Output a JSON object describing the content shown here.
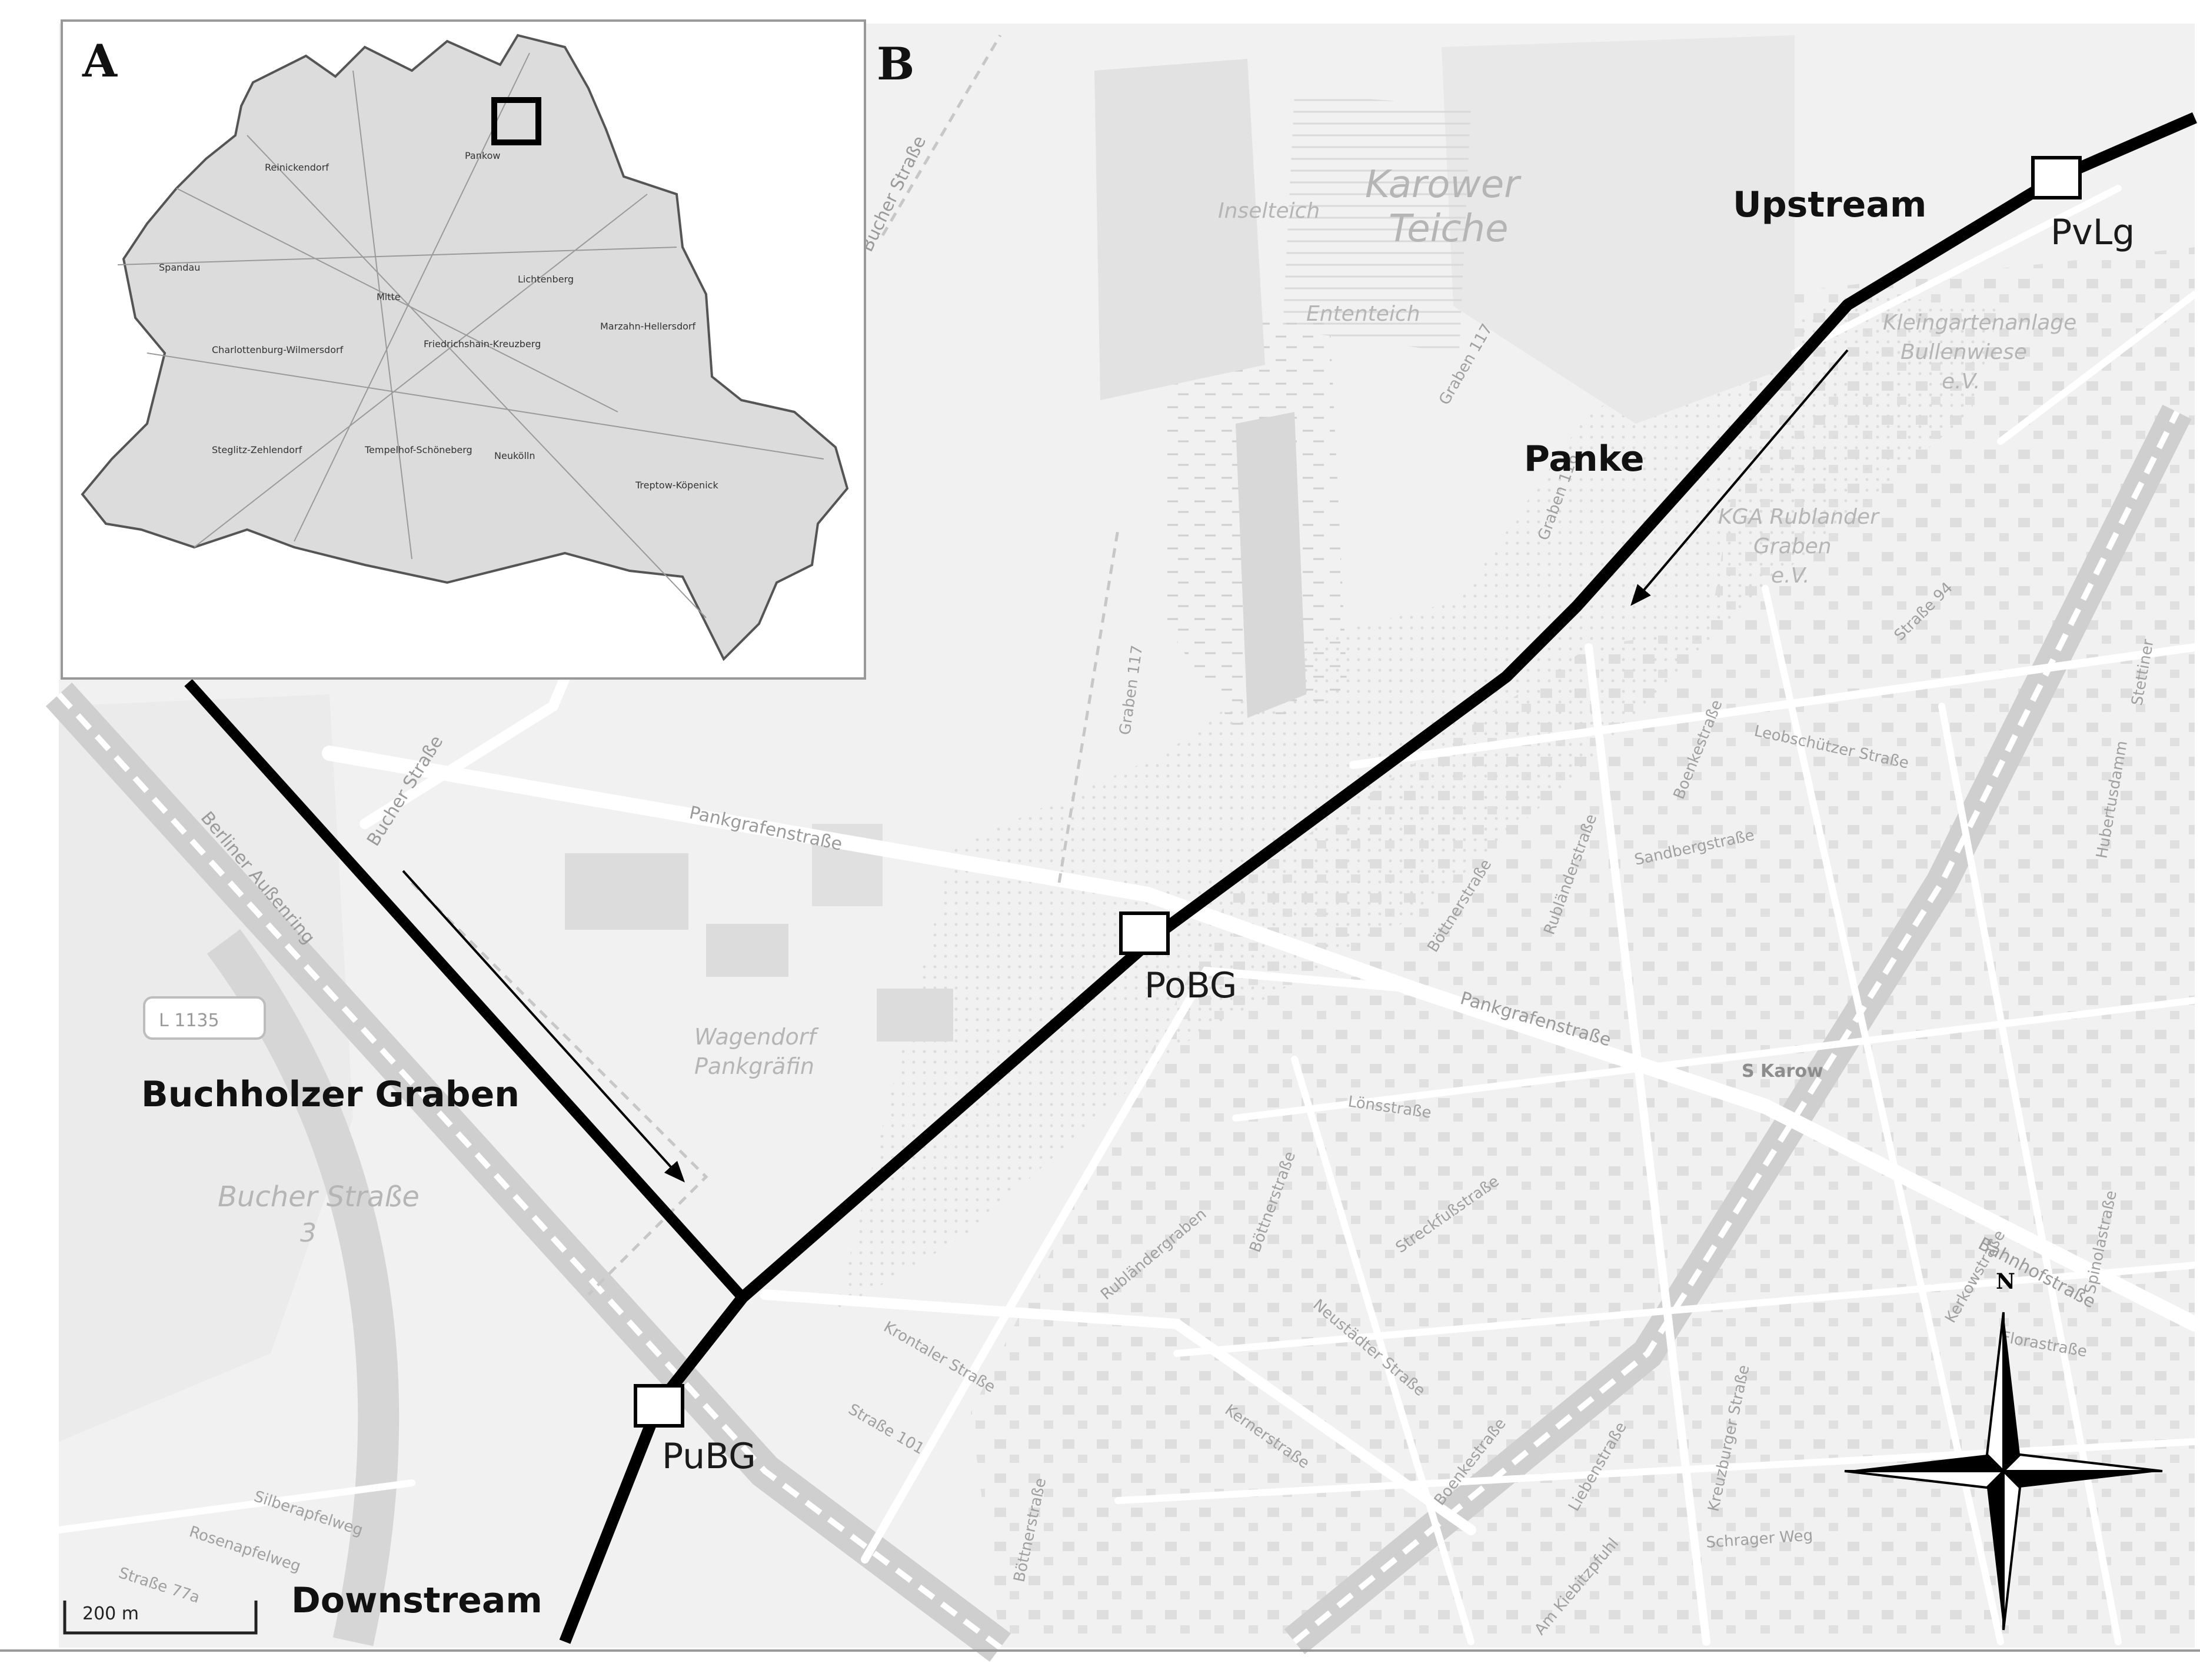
{
  "panels": {
    "a": "A",
    "b": "B"
  },
  "stations": [
    {
      "id": "pvlg",
      "label": "PvLg"
    },
    {
      "id": "pobg",
      "label": "PoBG"
    },
    {
      "id": "pubg",
      "label": "PuBG"
    }
  ],
  "labels": {
    "upstream": "Upstream",
    "downstream": "Downstream",
    "panke": "Panke",
    "buchholzer": "Buchholzer Graben"
  },
  "scale_bar": {
    "label": "200 m"
  },
  "compass": {
    "north": "N"
  },
  "road_badge": "L 1135",
  "place_labels": {
    "karower": "Karower",
    "teiche": "Teiche",
    "inselteich": "Inselteich",
    "ententeich": "Ententeich",
    "kleingarten1": "Kleingartenanlage",
    "kleingarten2": "Bullenwiese",
    "kleingarten3": "e.V.",
    "kga1": "KGA Rublander",
    "kga2": "Graben",
    "kga3": "e.V.",
    "wagendorf1": "Wagendorf",
    "wagendorf2": "Pankgräfin",
    "bucher_strasse_area": "Bucher Straße",
    "bucher_num": "3",
    "s_karow": "S Karow"
  },
  "streets": {
    "pankgrafen1": "Pankgrafenstraße",
    "pankgrafen2": "Pankgrafenstraße",
    "bucher1": "Bucher Straße",
    "bucher2": "Bucher Straße",
    "berliner_ring": "Berliner Außenring",
    "leobschuetzer": "Leobschützer Straße",
    "sandberg": "Sandbergstraße",
    "boettner1": "Böttnerstraße",
    "boettner2": "Böttnerstraße",
    "boettner3": "Böttnerstraße",
    "rublaender": "Rubländerstraße",
    "rublaendergraben": "Rubländergraben",
    "loens": "Lönsstraße",
    "streckfuss": "Streckfußstraße",
    "neustaedter": "Neustädter Straße",
    "kerner": "Kernerstraße",
    "boenke1": "Boenkestraße",
    "boenke2": "Boenkestraße",
    "liebenstr": "Liebenstraße",
    "kreuzburger": "Kreuzburger Straße",
    "schrager": "Schrager Weg",
    "kiebitzpfuhl": "Am Kiebitzpfuhl",
    "krontaler": "Krontaler Straße",
    "strasse101": "Straße 101",
    "strasse94": "Straße 94",
    "silberapfel": "Silberapfelweg",
    "rosenapfel": "Rosenapfelweg",
    "strasse77a": "Straße 77a",
    "bahnhof": "Bahnhofstraße",
    "flora": "Florastraße",
    "kerkow": "Kerkowstraße",
    "spinola": "Spinolastraße",
    "hubertus": "Hubertusdamm",
    "stettiner": "Stettiner",
    "graben116": "Graben 116",
    "graben117": "Graben 117",
    "graben117b": "Graben 117"
  },
  "berlin_districts": [
    "Reinickendorf",
    "Pankow",
    "Spandau",
    "Mitte",
    "Lichtenberg",
    "Charlottenburg-Wilmersdorf",
    "Friedrichshain-Kreuzberg",
    "Marzahn-Hellersdorf",
    "Steglitz-Zehlendorf",
    "Tempelhof-Schöneberg",
    "Neukölln",
    "Treptow-Köpenick"
  ],
  "colors": {
    "river": "#000000",
    "map_bg": "#f1f1f1",
    "road": "#ffffff",
    "water": "#e6e6e6"
  }
}
